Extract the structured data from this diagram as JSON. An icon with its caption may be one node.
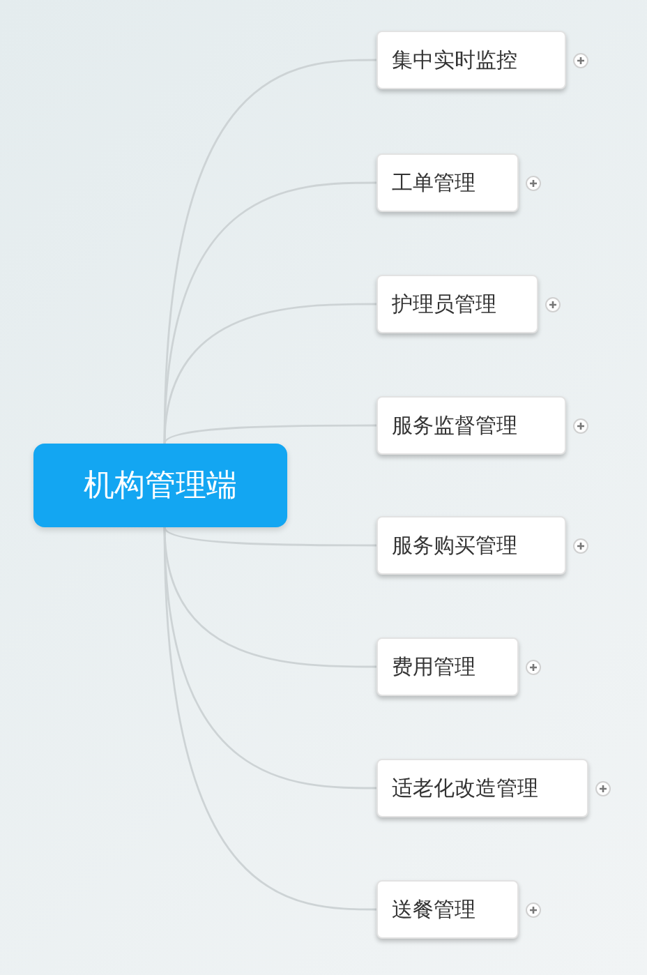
{
  "diagram": {
    "nodes": [
      {
        "text": [
          "机构管理端"
        ]
      },
      {
        "text": [
          "集中实时监控"
        ]
      },
      {
        "text": [
          "工单管理"
        ]
      },
      {
        "text": [
          "护理员管理"
        ]
      },
      {
        "text": [
          "服务监督管理"
        ]
      },
      {
        "text": [
          "服务购买管理"
        ]
      },
      {
        "text": [
          "费用管理"
        ]
      },
      {
        "text": [
          "适老化改造管理"
        ]
      },
      {
        "text": [
          "送餐管理"
        ]
      }
    ],
    "edges": [
      {
        "from": 0,
        "to": 1,
        "arrow": "none"
      },
      {
        "from": 0,
        "to": 2,
        "arrow": "none"
      },
      {
        "from": 0,
        "to": 3,
        "arrow": "none"
      },
      {
        "from": 0,
        "to": 4,
        "arrow": "none"
      },
      {
        "from": 0,
        "to": 5,
        "arrow": "none"
      },
      {
        "from": 0,
        "to": 6,
        "arrow": "none"
      },
      {
        "from": 0,
        "to": 7,
        "arrow": "none"
      },
      {
        "from": 0,
        "to": 8,
        "arrow": "none"
      }
    ]
  }
}
